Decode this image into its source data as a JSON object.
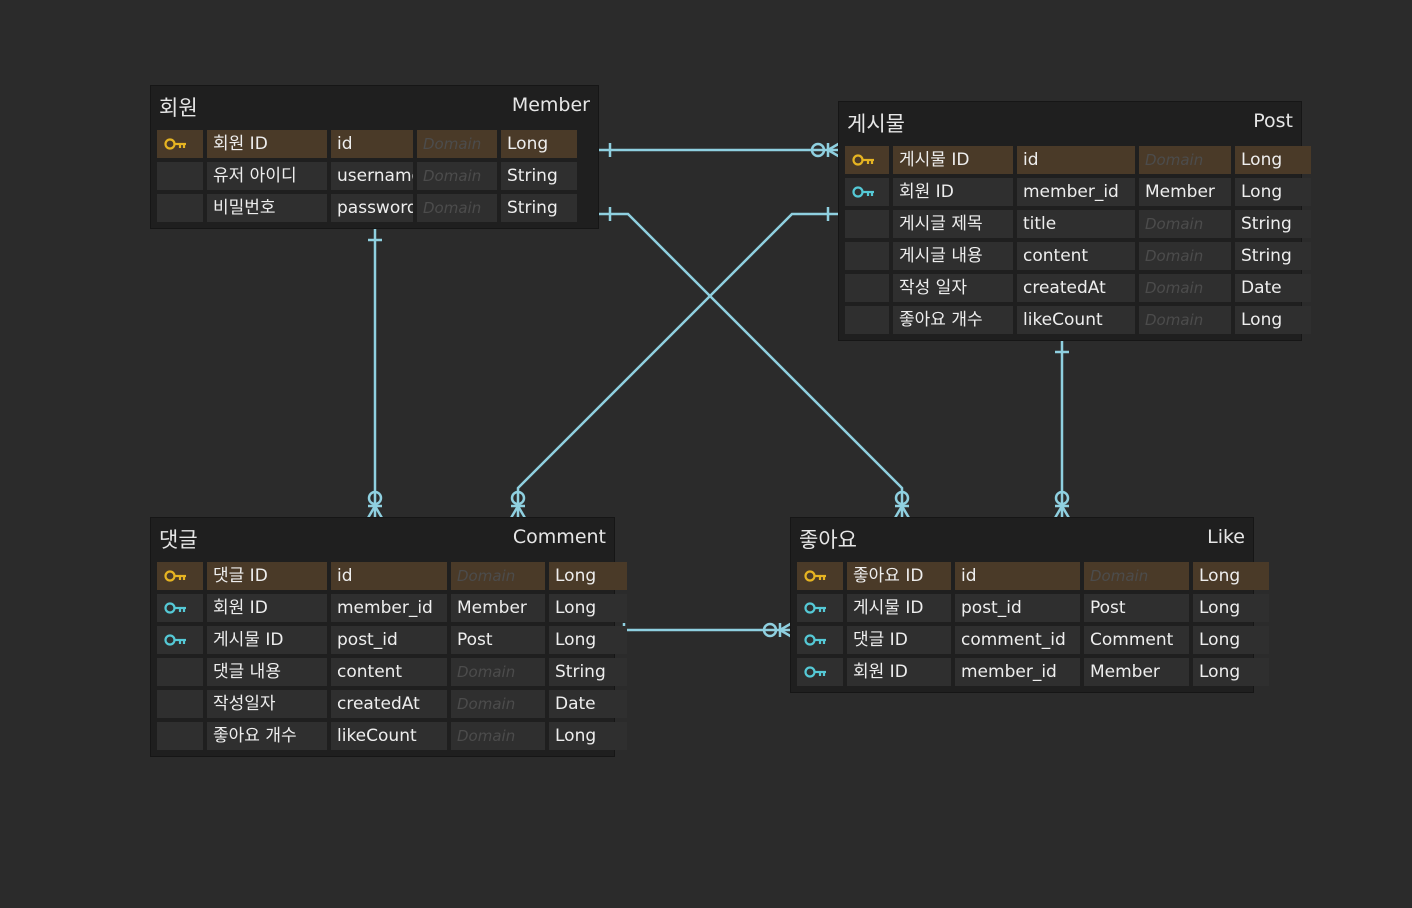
{
  "colors": {
    "background": "#2b2b2b",
    "line": "#8fd0e0",
    "primary_key": "#e6b422",
    "foreign_key": "#55c9d6",
    "pk_row": "#4a3a28"
  },
  "tables": {
    "member": {
      "title_ko": "회원",
      "title_en": "Member",
      "rows": [
        {
          "key": "pk",
          "label": "회원 ID",
          "name": "id",
          "domain": "Domain",
          "type": "Long"
        },
        {
          "key": "none",
          "label": "유저 아이디",
          "name": "username",
          "domain": "Domain",
          "type": "String"
        },
        {
          "key": "none",
          "label": "비밀번호",
          "name": "password",
          "domain": "Domain",
          "type": "String"
        }
      ]
    },
    "post": {
      "title_ko": "게시물",
      "title_en": "Post",
      "rows": [
        {
          "key": "pk",
          "label": "게시물 ID",
          "name": "id",
          "domain": "Domain",
          "type": "Long"
        },
        {
          "key": "fk",
          "label": "회원 ID",
          "name": "member_id",
          "domain": "Member",
          "type": "Long"
        },
        {
          "key": "none",
          "label": "게시글 제목",
          "name": "title",
          "domain": "Domain",
          "type": "String"
        },
        {
          "key": "none",
          "label": "게시글 내용",
          "name": "content",
          "domain": "Domain",
          "type": "String"
        },
        {
          "key": "none",
          "label": "작성 일자",
          "name": "createdAt",
          "domain": "Domain",
          "type": "Date"
        },
        {
          "key": "none",
          "label": "좋아요 개수",
          "name": "likeCount",
          "domain": "Domain",
          "type": "Long"
        }
      ]
    },
    "comment": {
      "title_ko": "댓글",
      "title_en": "Comment",
      "rows": [
        {
          "key": "pk",
          "label": "댓글 ID",
          "name": "id",
          "domain": "Domain",
          "type": "Long"
        },
        {
          "key": "fk",
          "label": "회원 ID",
          "name": "member_id",
          "domain": "Member",
          "type": "Long"
        },
        {
          "key": "fk",
          "label": "게시물 ID",
          "name": "post_id",
          "domain": "Post",
          "type": "Long"
        },
        {
          "key": "none",
          "label": "댓글 내용",
          "name": "content",
          "domain": "Domain",
          "type": "String"
        },
        {
          "key": "none",
          "label": "작성일자",
          "name": "createdAt",
          "domain": "Domain",
          "type": "Date"
        },
        {
          "key": "none",
          "label": "좋아요 개수",
          "name": "likeCount",
          "domain": "Domain",
          "type": "Long"
        }
      ]
    },
    "like": {
      "title_ko": "좋아요",
      "title_en": "Like",
      "rows": [
        {
          "key": "pk",
          "label": "좋아요 ID",
          "name": "id",
          "domain": "Domain",
          "type": "Long"
        },
        {
          "key": "fk",
          "label": "게시물 ID",
          "name": "post_id",
          "domain": "Post",
          "type": "Long"
        },
        {
          "key": "fk",
          "label": "댓글 ID",
          "name": "comment_id",
          "domain": "Comment",
          "type": "Long"
        },
        {
          "key": "fk",
          "label": "회원 ID",
          "name": "member_id",
          "domain": "Member",
          "type": "Long"
        }
      ]
    }
  }
}
